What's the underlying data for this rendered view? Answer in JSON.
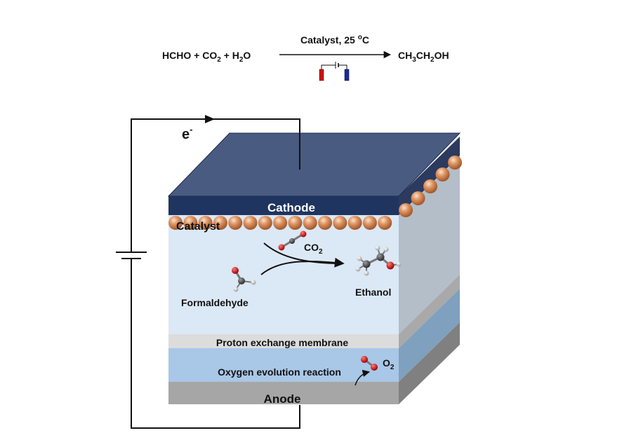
{
  "equation": {
    "reactant_hcho": "HCHO",
    "plus_1": "+",
    "co2_base": "CO",
    "co2_sub": "2",
    "plus_2": "+",
    "h2o_h": "H",
    "h2o_sub": "2",
    "h2o_o": "O",
    "condition_text": "Catalyst, 25 ",
    "condition_deg": "o",
    "condition_unit": "C",
    "product_p1": "CH",
    "product_s1": "3",
    "product_p2": "CH",
    "product_s2": "2",
    "product_p3": "OH"
  },
  "circuit": {
    "electron_base": "e",
    "electron_sup": "-"
  },
  "layers": {
    "cathode": "Cathode",
    "catalyst": "Catalyst",
    "membrane": "Proton exchange membrane",
    "oer": "Oxygen evolution reaction",
    "anode": "Anode"
  },
  "molecules": {
    "co2_base": "CO",
    "co2_sub": "2",
    "formaldehyde": "Formaldehyde",
    "ethanol": "Ethanol",
    "o2_base": "O",
    "o2_sub": "2"
  },
  "colors": {
    "cathode_top": "#4a5b82",
    "cathode_front": "#1f355f",
    "cathode_side": "#2b3a5e",
    "catalyst_bead": "#d0865a",
    "chamber_front": "#dbe8f5",
    "chamber_side": "#b3bec9",
    "membrane_front": "#dcdcdc",
    "membrane_side": "#a9a9a9",
    "oer_front": "#a9c7e6",
    "oer_side": "#7fa0be",
    "anode_front": "#a6a6a6",
    "anode_side": "#808080",
    "carbon": "#444444",
    "oxygen": "#cc1111",
    "hydrogen": "#e8e8e8",
    "electrode_red": "#cc1111",
    "electrode_blue": "#1a2a9c"
  }
}
